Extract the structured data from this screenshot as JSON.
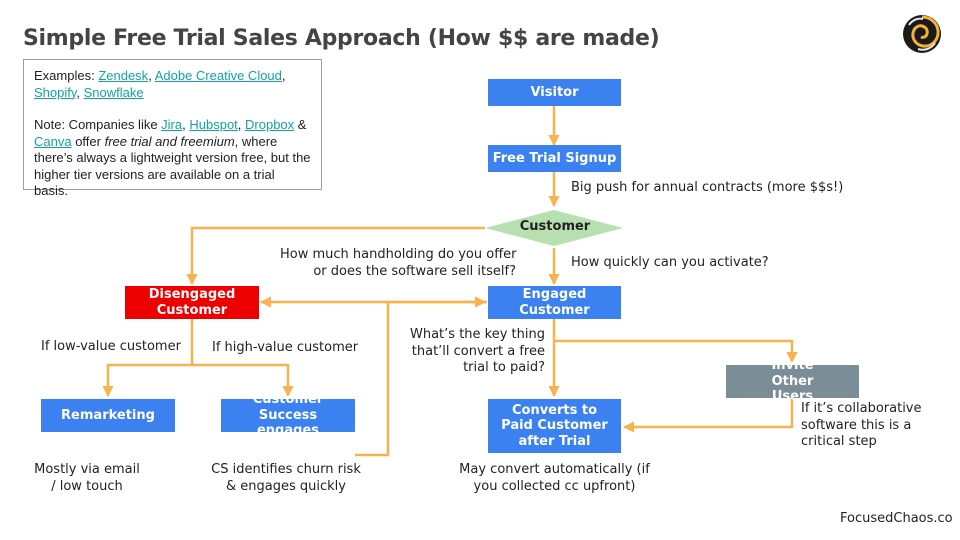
{
  "title": "Simple Free Trial Sales Approach (How $$ are made)",
  "logo": {
    "icon": "spiral-logo-icon"
  },
  "note": {
    "examples_prefix": "Examples: ",
    "examples_links": [
      "Zendesk",
      "Adobe Creative Cloud",
      "Shopify",
      "Snowflake"
    ],
    "note_prefix": "Note: Companies like ",
    "note_links": [
      "Jira",
      "Hubspot",
      "Dropbox",
      "Canva"
    ],
    "note_offer": " offer ",
    "note_italic": "free trial and freemium",
    "note_suffix": ", where there’s always a lightweight version free, but the higher tier versions are available on a trial basis."
  },
  "nodes": {
    "visitor": "Visitor",
    "free_trial": "Free Trial Signup",
    "customer": "Customer",
    "disengaged": "Disengaged Customer",
    "engaged": "Engaged Customer",
    "remarketing": "Remarketing",
    "cs_engages": "Customer Success engages",
    "converts": "Converts to Paid Customer after Trial",
    "invite": "Invite Other Users"
  },
  "labels": {
    "annual_push": "Big push for annual contracts (more $$s!)",
    "handholding_1": "How much handholding do you offer",
    "handholding_2": "or does the software sell itself?",
    "activate": "How quickly can you activate?",
    "low_value": "If low-value customer",
    "high_value": "If high-value customer",
    "key_thing_1": "What’s the key thing",
    "key_thing_2": "that’ll convert a free",
    "key_thing_3": "trial to paid?",
    "collab_1": "If it’s collaborative",
    "collab_2": "software this is a",
    "collab_3": "critical step",
    "email_1": "Mostly via email",
    "email_2": "/ low touch",
    "churn_1": "CS identifies churn risk",
    "churn_2": "& engages quickly",
    "auto_1": "May convert automatically (if",
    "auto_2": "you collected cc upfront)"
  },
  "footer": "FocusedChaos.co",
  "colors": {
    "node_blue": "#3b82f0",
    "node_red": "#ee0000",
    "node_gray": "#7b8d96",
    "decision_green": "#b7dfb0",
    "arrow_orange": "#f9b24e",
    "link_teal": "#13a3a3"
  }
}
